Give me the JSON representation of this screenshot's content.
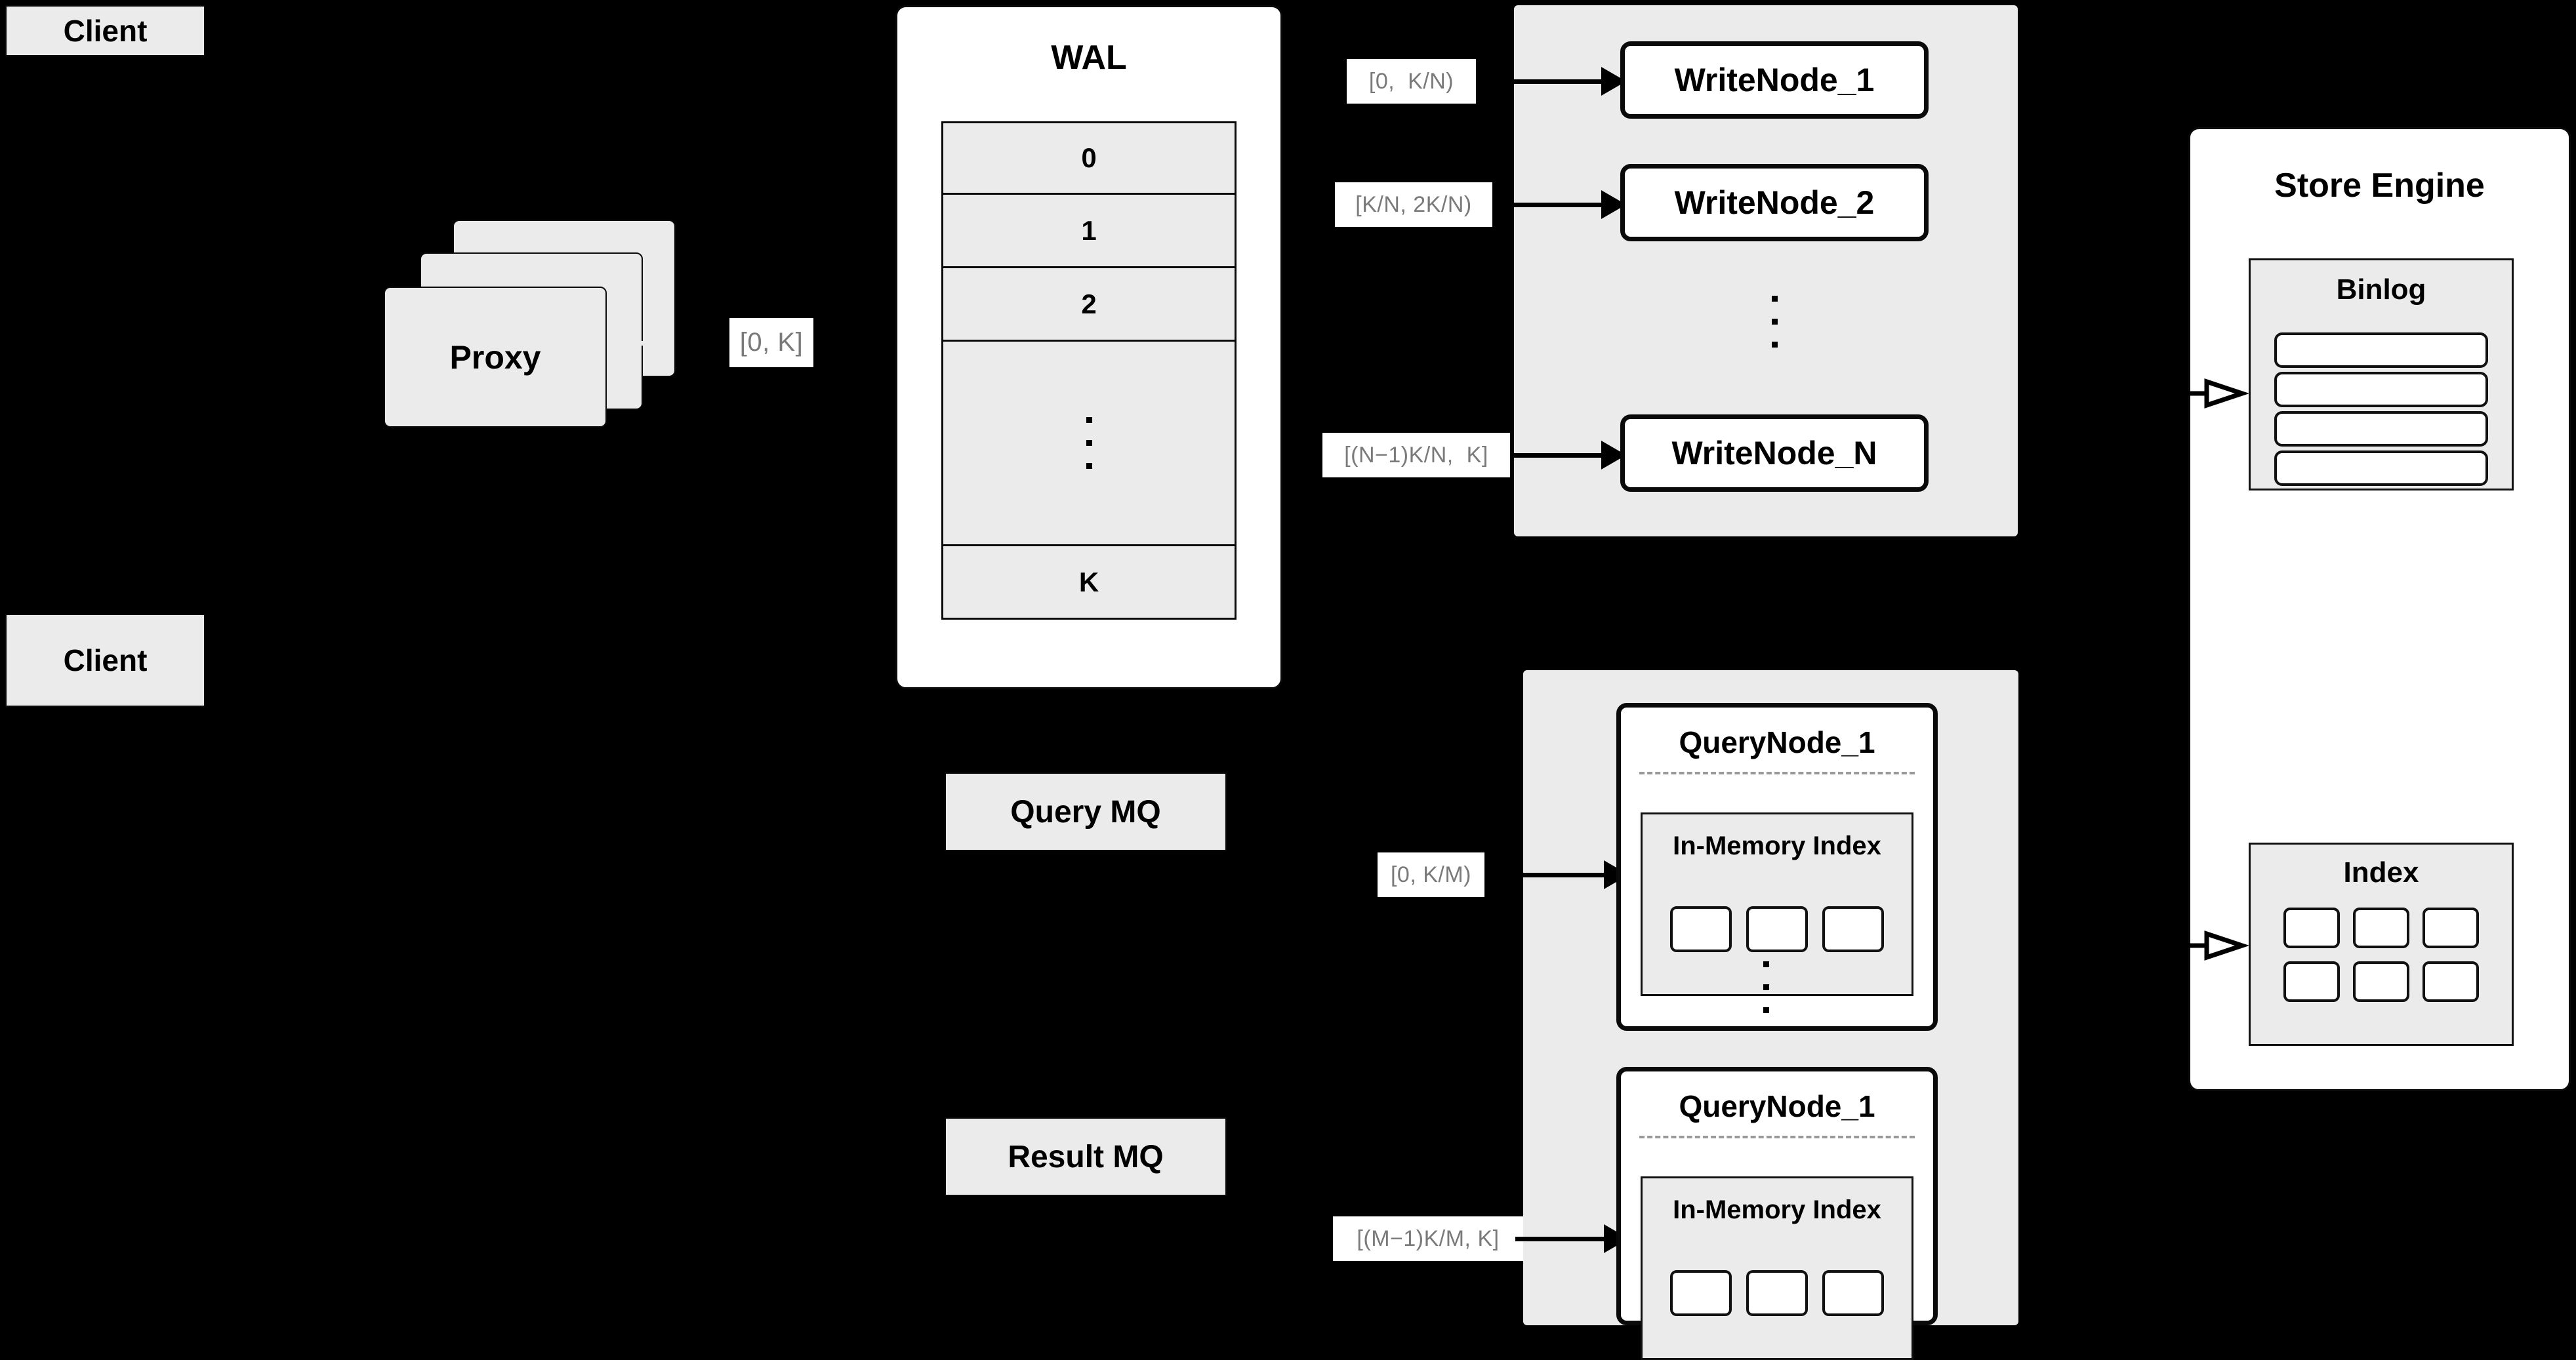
{
  "diagram": {
    "title": "Distributed write/query architecture",
    "background_color": "#000000",
    "box_fill": "#ebebeb",
    "panel_fill": "#ffffff",
    "label_text_color": "#7a7a7a",
    "stroke_color": "#0a0a0a"
  },
  "clients": [
    {
      "label": "Client"
    },
    {
      "label": "Client"
    }
  ],
  "proxy": {
    "label": "Proxy",
    "stack_count": 3
  },
  "proxy_range_label": "[0, K]",
  "wal": {
    "title": "WAL",
    "rows": [
      "0",
      "1",
      "2"
    ],
    "ellipsis_dots": 3,
    "last_row": "K"
  },
  "write_cluster": {
    "nodes": [
      {
        "label": "WriteNode_1",
        "range": "[0,  K/N)"
      },
      {
        "label": "WriteNode_2",
        "range": "[K/N, 2K/N)"
      },
      {
        "label": "WriteNode_N",
        "range": "[(N−1)K/N,  K]"
      }
    ],
    "ellipsis_dots": 3
  },
  "query_cluster": {
    "nodes": [
      {
        "label": "QueryNode_1",
        "range": "[0, K/M)",
        "index_title": "In-Memory Index",
        "index_slots": 3
      },
      {
        "label": "QueryNode_1",
        "range": "[(M−1)K/M, K]",
        "index_title": "In-Memory Index",
        "index_slots": 3
      }
    ],
    "ellipsis_dots": 3
  },
  "queues": [
    {
      "label": "Query MQ"
    },
    {
      "label": "Result MQ"
    }
  ],
  "store_engine": {
    "title": "Store Engine",
    "binlog": {
      "title": "Binlog",
      "rows": 4
    },
    "index": {
      "title": "Index",
      "slots": 6
    }
  }
}
